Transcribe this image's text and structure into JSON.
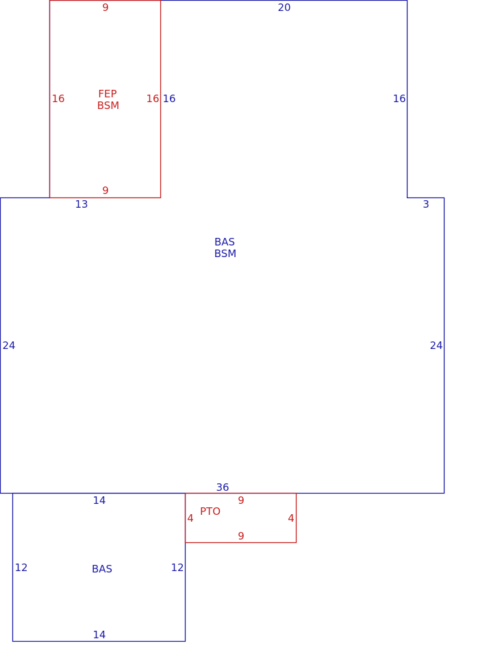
{
  "colors": {
    "main_area": "#1a1aa8",
    "secondary_area": "#c81e1e"
  },
  "areas": {
    "bas_bsm": {
      "code_line1": "BAS",
      "code_line2": "BSM",
      "dims": {
        "left": "24",
        "right": "24",
        "bottom": "36",
        "top_left": "13",
        "top_right": "3"
      }
    },
    "bas_upper": {
      "dims": {
        "top": "20",
        "left": "16",
        "right": "16"
      }
    },
    "fep_bsm": {
      "code_line1": "FEP",
      "code_line2": "BSM",
      "dims": {
        "top": "9",
        "bottom": "9",
        "left": "16",
        "right": "16"
      }
    },
    "bas_lower": {
      "code": "BAS",
      "dims": {
        "top": "14",
        "bottom": "14",
        "left": "12",
        "right": "12"
      }
    },
    "pto": {
      "code": "PTO",
      "dims": {
        "top": "9",
        "bottom": "9",
        "left": "4",
        "right": "4"
      }
    }
  }
}
